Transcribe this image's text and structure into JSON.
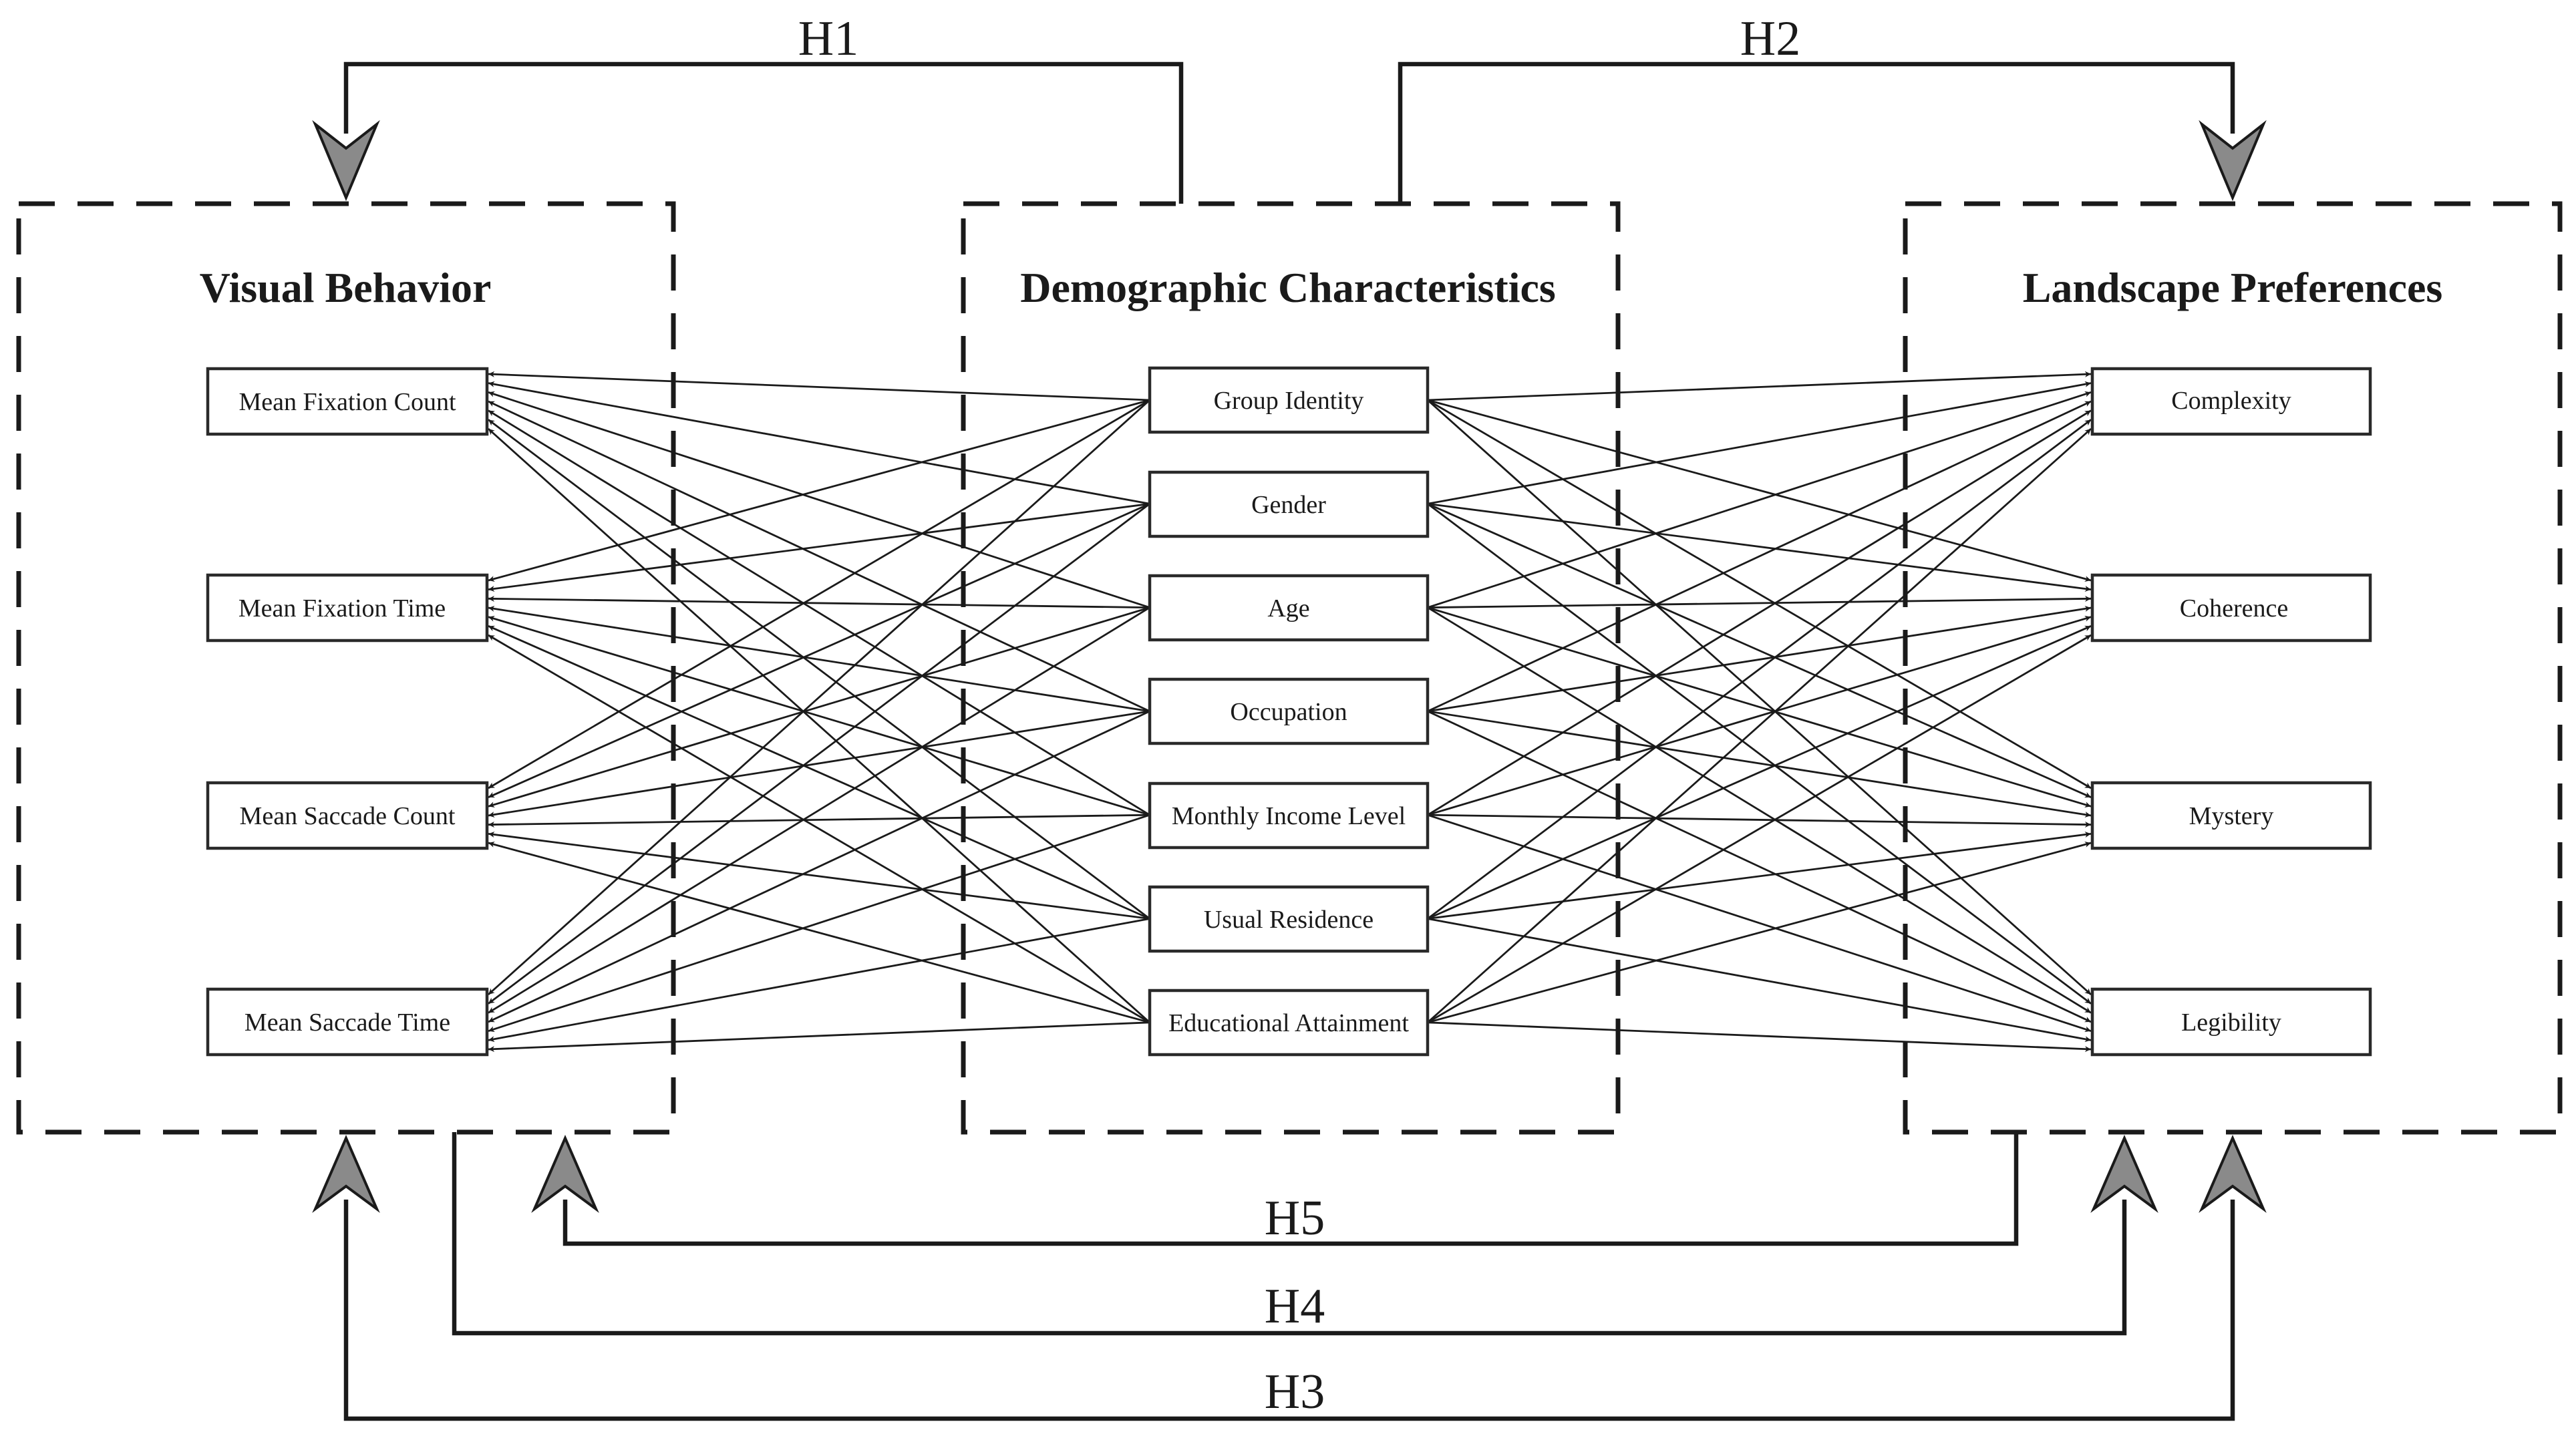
{
  "groups": {
    "visual_behavior": {
      "title": "Visual Behavior",
      "items": [
        "Mean Fixation Count",
        "Mean Fixation Time",
        "Mean Saccade Count",
        "Mean Saccade Time"
      ]
    },
    "demographic": {
      "title": "Demographic Characteristics",
      "items": [
        "Group Identity",
        "Gender",
        "Age",
        "Occupation",
        "Monthly Income Level",
        "Usual Residence",
        "Educational Attainment"
      ]
    },
    "landscape": {
      "title": "Landscape Preferences",
      "items": [
        "Complexity",
        "Coherence",
        "Mystery",
        "Legibility"
      ]
    }
  },
  "hypotheses": {
    "h1": "H1",
    "h2": "H2",
    "h3": "H3",
    "h4": "H4",
    "h5": "H5"
  },
  "colors": {
    "line": "#1a1a1a",
    "arrowhead_fill": "#8a8a8a"
  }
}
